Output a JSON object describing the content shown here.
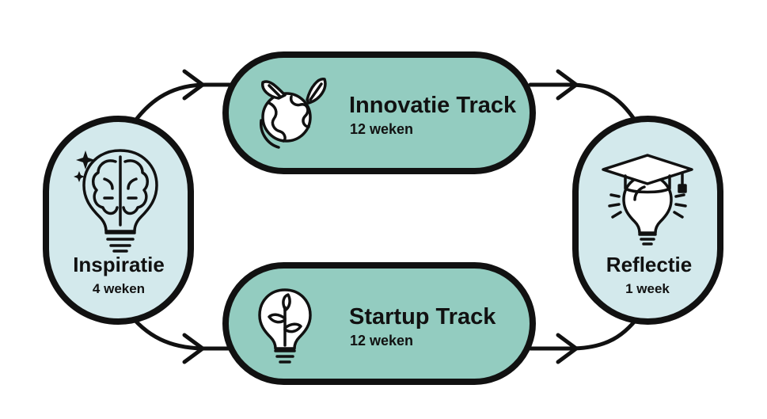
{
  "nodes": {
    "inspiratie": {
      "title": "Inspiratie",
      "duration": "4 weken"
    },
    "innovatie": {
      "title": "Innovatie Track",
      "duration": "12 weken"
    },
    "startup": {
      "title": "Startup Track",
      "duration": "12 weken"
    },
    "reflectie": {
      "title": "Reflectie",
      "duration": "1 week"
    }
  },
  "colors": {
    "pale_fill": "#d3e9ec",
    "track_fill": "#93ccc0",
    "outline": "#111111"
  },
  "icons": {
    "inspiratie": "brain-lightbulb-icon",
    "innovatie": "globe-leaves-icon",
    "startup": "plant-lightbulb-icon",
    "reflectie": "graduation-lightbulb-icon"
  }
}
